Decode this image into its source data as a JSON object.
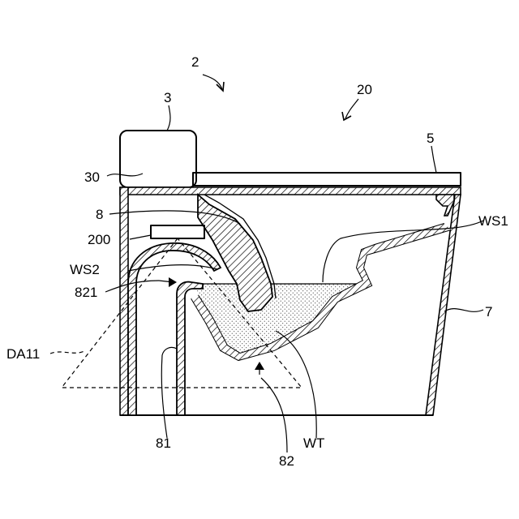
{
  "labels": {
    "toilet_device": "2",
    "toilet_body": "20",
    "tank": "3",
    "tank_part": "30",
    "seat_lid": "5",
    "bowl_surface": "8",
    "sensor": "200",
    "surface_ws2": "WS2",
    "trap_entrance": "821",
    "detection_area": "DA11",
    "trap_rise": "81",
    "trap": "82",
    "water": "WT",
    "surface_ws1": "WS1",
    "outer_body": "7"
  }
}
